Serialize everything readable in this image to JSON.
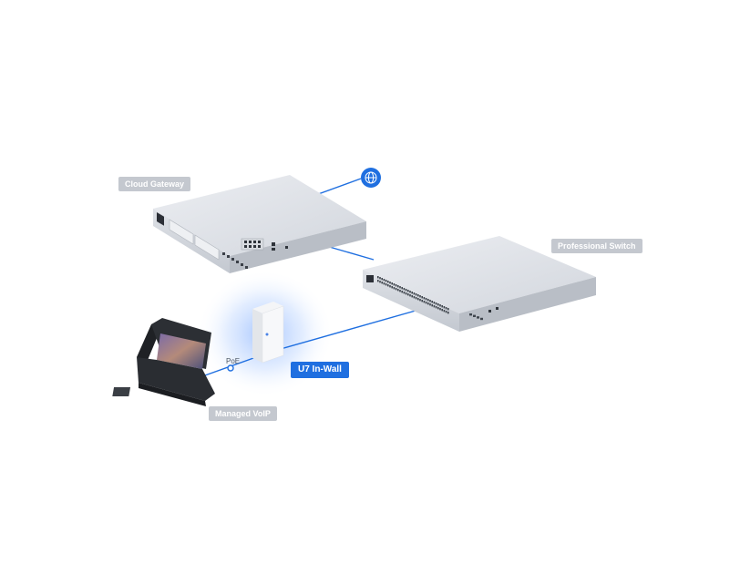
{
  "labels": {
    "cloud_gateway": "Cloud Gateway",
    "professional_switch": "Professional Switch",
    "u7_in_wall": "U7 In-Wall",
    "managed_voip": "Managed VoIP",
    "poe": "PoE"
  },
  "icons": {
    "internet": "globe-icon"
  },
  "colors": {
    "link": "#1f6fe0",
    "label_bg": "#c4c8cf",
    "highlight_label_bg": "#1f6fe0",
    "glow": "#6fa6ff"
  }
}
